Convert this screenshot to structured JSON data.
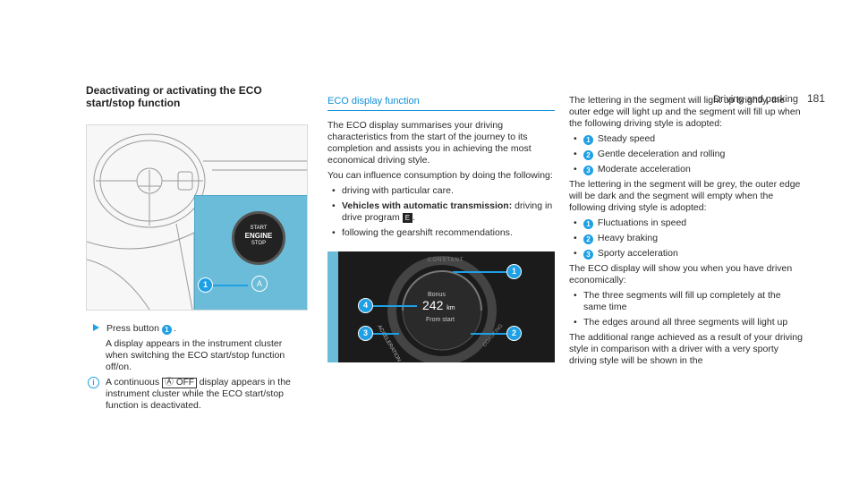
{
  "header": {
    "section": "Driving and parking",
    "page": "181"
  },
  "col1": {
    "title": "Deactivating or activating the ECO start/stop function",
    "figure": {
      "start_label": "START",
      "engine_label": "ENGINE",
      "stop_label": "STOP",
      "callout": "1"
    },
    "step_text_a": "Press button ",
    "step_num": "1",
    "step_text_b": ".",
    "step_text_c": "A display appears in the instrument cluster when switching the ECO start/stop function off/on.",
    "info_text_a": "A continuous ",
    "info_icon": "Ⓐ OFF",
    "info_text_b": " display appears in the instrument cluster while the ECO start/stop function is deactivated."
  },
  "col2": {
    "title": "ECO display function",
    "para1": "The ECO display summarises your driving characteristics from the start of the journey to its completion and assists you in achieving the most economical driving style.",
    "para2": "You can influence consumption by doing the following:",
    "bullet1": "driving with particular care.",
    "bullet2_bold": "Vehicles with automatic transmission:",
    "bullet2_text": " driving in drive program ",
    "bullet2_icon": "E",
    "bullet2_end": ".",
    "bullet3": "following the gearshift recommendations.",
    "figure": {
      "bonus": "Bonus",
      "distance": "242",
      "unit": "km",
      "from": "From start",
      "constant": "CONSTANT",
      "acceleration": "ACCELERATION",
      "coasting": "COASTING",
      "callouts": [
        "1",
        "2",
        "3",
        "4"
      ]
    }
  },
  "col3": {
    "para1": "The lettering in the segment will light up brightly, the outer edge will light up and the segment will fill up when the following driving style is adopted:",
    "list1": [
      "Steady speed",
      "Gentle deceleration and rolling",
      "Moderate acceleration"
    ],
    "para2": "The lettering in the segment will be grey, the outer edge will be dark and the segment will empty when the following driving style is adopted:",
    "list2": [
      "Fluctuations in speed",
      "Heavy braking",
      "Sporty acceleration"
    ],
    "para3": "The ECO display will show you when you have driven economically:",
    "bullet1": "The three segments will fill up completely at the same time",
    "bullet2": "The edges around all three segments will light up",
    "para4": "The additional range achieved as a result of your driving style in comparison with a driver with a very sporty driving style will be shown in the"
  },
  "colors": {
    "accent": "#1ea0e6",
    "inset": "#6bbcd8"
  }
}
